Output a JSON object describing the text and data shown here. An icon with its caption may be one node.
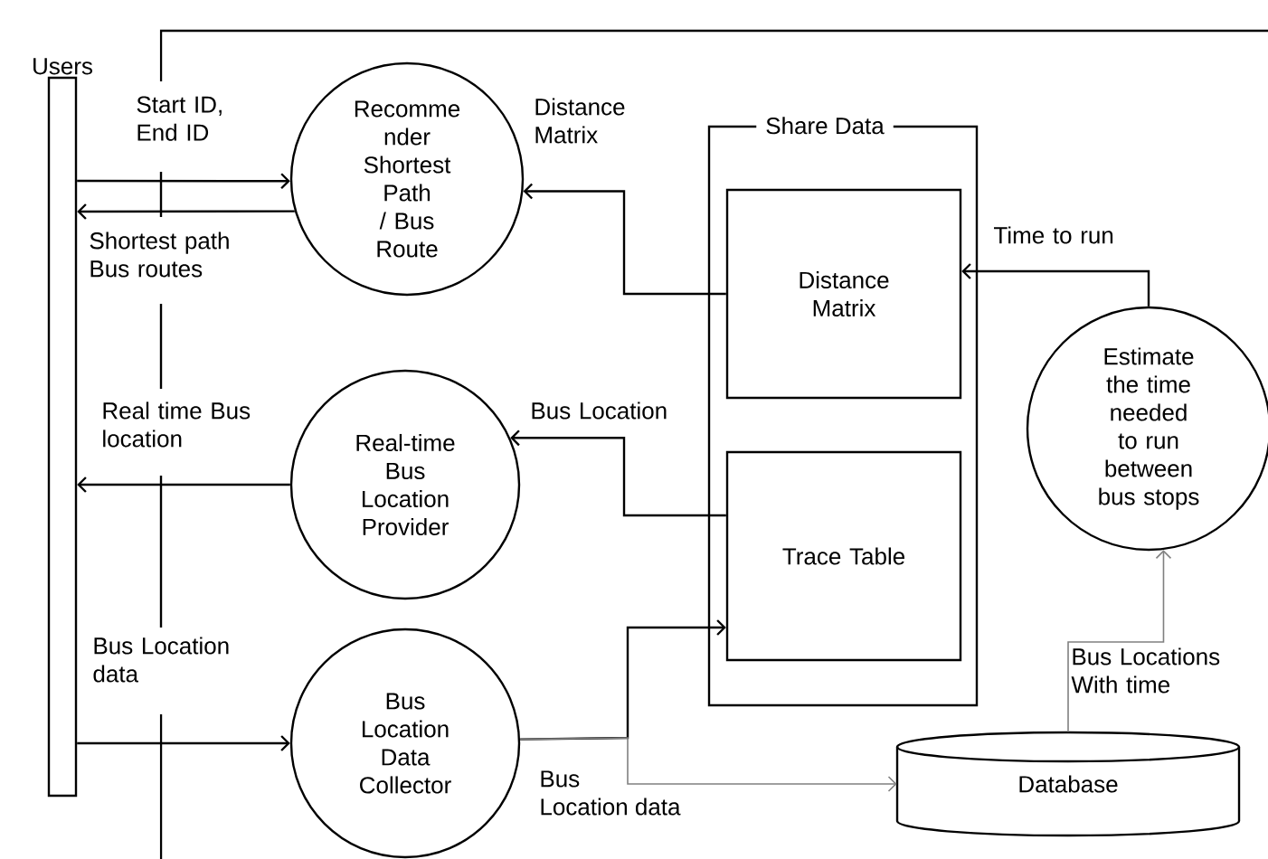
{
  "diagram": {
    "nodes": [
      {
        "text": [
          "Users"
        ]
      },
      {
        "text": [
          "Recomme nder Shortest Path / Bus Route"
        ]
      },
      {
        "text": [
          "Real-time Bus Location Provider"
        ]
      },
      {
        "text": [
          "Bus Location Data Collector"
        ]
      },
      {
        "text": [
          "Share Data"
        ]
      },
      {
        "text": [
          "Distance Matrix"
        ],
        "in": 4
      },
      {
        "text": [
          "Trace Table"
        ],
        "in": 4
      },
      {
        "text": [
          "Estimate the time needed to run between bus stops"
        ]
      },
      {
        "text": [
          "Database"
        ]
      }
    ],
    "edges": [
      {
        "from": 0,
        "to": 1,
        "arrow": "to",
        "label": "Start ID, End ID"
      },
      {
        "from": 1,
        "to": 0,
        "arrow": "to",
        "label": "Shortest path Bus routes"
      },
      {
        "from": 5,
        "to": 1,
        "arrow": "to",
        "label": "Distance Matrix"
      },
      {
        "from": 6,
        "to": 2,
        "arrow": "to",
        "label": "Bus Location"
      },
      {
        "from": 2,
        "to": 0,
        "arrow": "to",
        "label": "Real time Bus location"
      },
      {
        "from": 0,
        "to": 3,
        "arrow": "to",
        "label": "Bus Location data"
      },
      {
        "from": 3,
        "to": 6,
        "arrow": "to"
      },
      {
        "from": 3,
        "to": 8,
        "arrow": "to",
        "label": "Bus Location data",
        "color": "#808080"
      },
      {
        "from": 8,
        "to": 7,
        "arrow": "to",
        "label": "Bus Locations With time",
        "color": "#808080"
      },
      {
        "from": 7,
        "to": 5,
        "arrow": "to",
        "label": "Time to run"
      }
    ]
  }
}
